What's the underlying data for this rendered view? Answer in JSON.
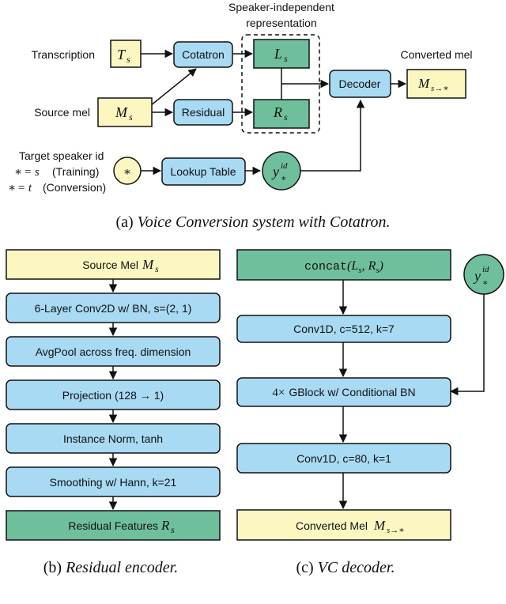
{
  "colors": {
    "yellow": "#fcf6c1",
    "blue": "#a8daf3",
    "green": "#6fbf9c",
    "stroke": "#111111"
  },
  "panel_a": {
    "top_label_1": "Speaker-independent",
    "top_label_2": "representation",
    "transcription": "Transcription",
    "source_mel": "Source mel",
    "target_speaker": "Target speaker id",
    "training_suffix": "(Training)",
    "conversion_suffix": "(Conversion)",
    "star": "∗",
    "eq_s": "= s",
    "eq_t": "= t",
    "converted_mel": "Converted mel",
    "ts_base": "T",
    "ts_sub": "s",
    "ms_base": "M",
    "ms_sub": "s",
    "cotatron": "Cotatron",
    "residual": "Residual",
    "ls_base": "L",
    "ls_sub": "s",
    "rs_base": "R",
    "rs_sub": "s",
    "decoder": "Decoder",
    "out_base": "M",
    "out_sub": "s→∗",
    "lookup": "Lookup Table",
    "y_base": "y",
    "y_sup": "id",
    "y_sub": "∗",
    "caption_prefix": "(a) ",
    "caption": "Voice Conversion system with Cotatron."
  },
  "panel_b": {
    "source": "Source Mel",
    "source_base": "M",
    "source_sub": "s",
    "blocks": [
      "6-Layer Conv2D w/ BN, s=(2, 1)",
      "AvgPool across freq. dimension",
      "Projection (128 → 1)",
      "Instance Norm, tanh",
      "Smoothing w/ Hann, k=21"
    ],
    "residual_features": "Residual Features",
    "rf_base": "R",
    "rf_sub": "s",
    "caption_prefix": "(b) ",
    "caption": "Residual encoder."
  },
  "panel_c": {
    "concat_fn": "concat",
    "concat_args": "(L",
    "concat_s1": "s",
    "concat_mid": ", R",
    "concat_s2": "s",
    "concat_end": ")",
    "conv1": "Conv1D, c=512, k=7",
    "gblock_prefix": "4×",
    "gblock": "GBlock w/ Conditional BN",
    "conv2": "Conv1D, c=80, k=1",
    "converted": "Converted Mel",
    "conv_base": "M",
    "conv_sub": "s→∗",
    "y_base": "y",
    "y_sup": "id",
    "y_sub": "∗",
    "caption_prefix": "(c) ",
    "caption": "VC decoder."
  }
}
